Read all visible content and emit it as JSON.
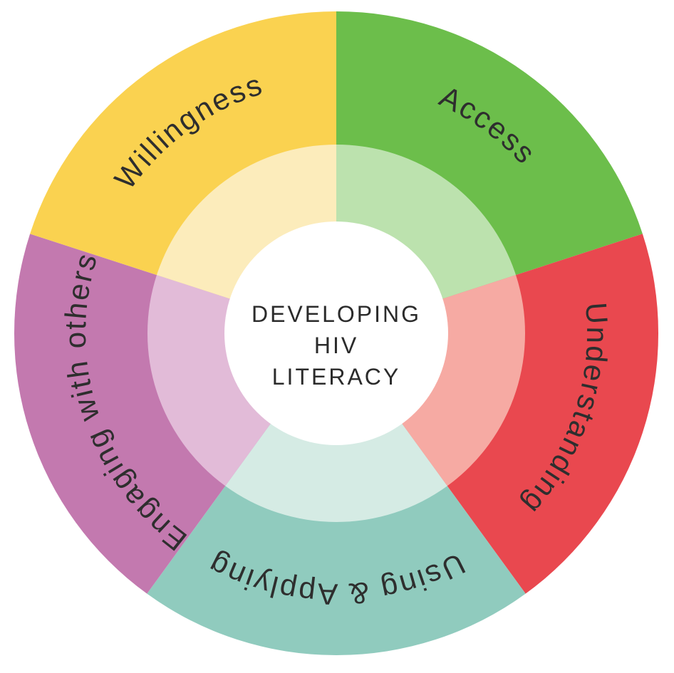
{
  "wheel": {
    "center_label_lines": [
      "DEVELOPING",
      "HIV",
      "LITERACY"
    ],
    "center_text_color": "#2b2b2b",
    "label_color": "#2e2e2e",
    "background_color": "#ffffff",
    "center_circle_color": "#ffffff",
    "segments": [
      {
        "label": "Access",
        "color": "#6cbe4b",
        "light_color": "#bce2ae"
      },
      {
        "label": "Understanding",
        "color": "#e9484f",
        "light_color": "#f6aaa3"
      },
      {
        "label": "Using & Applying",
        "color": "#90cbbe",
        "light_color": "#d5ebe4"
      },
      {
        "label": "Engaging with others",
        "color": "#c379af",
        "light_color": "#e2bbd8"
      },
      {
        "label": "Willingness",
        "color": "#fad250",
        "light_color": "#fcecbb"
      }
    ]
  }
}
